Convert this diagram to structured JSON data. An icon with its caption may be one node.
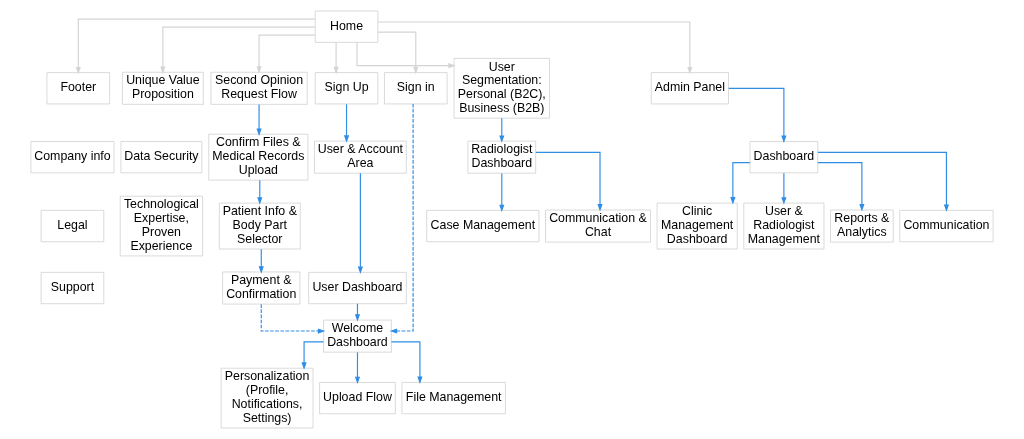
{
  "diagram": {
    "nodes": [
      {
        "text": [
          "Home"
        ]
      },
      {
        "text": [
          "Footer"
        ]
      },
      {
        "text": [
          "Unique Value Proposition"
        ]
      },
      {
        "text": [
          "Second Opinion Request Flow"
        ]
      },
      {
        "text": [
          "Sign Up"
        ]
      },
      {
        "text": [
          "Sign in"
        ]
      },
      {
        "text": [
          "User Segmentation: Personal (B2C), Business (B2B)"
        ]
      },
      {
        "text": [
          "Admin Panel"
        ]
      },
      {
        "text": [
          "Company info"
        ]
      },
      {
        "text": [
          "Data Security"
        ]
      },
      {
        "text": [
          "Confirm Files & Medical Records Upload"
        ]
      },
      {
        "text": [
          "User & Account Area"
        ]
      },
      {
        "text": [
          "Radiologist Dashboard"
        ]
      },
      {
        "text": [
          "Dashboard"
        ]
      },
      {
        "text": [
          "Legal"
        ]
      },
      {
        "text": [
          "Technological Expertise, Proven Experience"
        ]
      },
      {
        "text": [
          "Patient Info & Body Part Selector"
        ]
      },
      {
        "text": [
          "User Dashboard"
        ]
      },
      {
        "text": [
          "Case Management"
        ]
      },
      {
        "text": [
          "Communication & Chat"
        ]
      },
      {
        "text": [
          "Clinic Management Dashboard"
        ]
      },
      {
        "text": [
          "User & Radiologist Management"
        ]
      },
      {
        "text": [
          "Support"
        ]
      },
      {
        "text": [
          "Payment & Confirmation"
        ]
      },
      {
        "text": [
          "Welcome Dashboard"
        ]
      },
      {
        "text": [
          "Reports & Analytics"
        ]
      },
      {
        "text": [
          "Communication"
        ]
      },
      {
        "text": [
          "Personalization (Profile, Notifications, Settings)"
        ]
      },
      {
        "text": [
          "Upload Flow"
        ]
      },
      {
        "text": [
          "File Management"
        ]
      }
    ],
    "edges": [
      {
        "from": 0,
        "to": 1,
        "arrow": "to",
        "color": "#d4d4d4"
      },
      {
        "from": 0,
        "to": 2,
        "arrow": "to",
        "color": "#d4d4d4"
      },
      {
        "from": 0,
        "to": 3,
        "arrow": "to",
        "color": "#d4d4d4"
      },
      {
        "from": 0,
        "to": 4,
        "arrow": "to",
        "color": "#d4d4d4"
      },
      {
        "from": 0,
        "to": 5,
        "arrow": "to",
        "color": "#d4d4d4"
      },
      {
        "from": 0,
        "to": 6,
        "arrow": "to",
        "color": "#d4d4d4"
      },
      {
        "from": 0,
        "to": 7,
        "arrow": "to",
        "color": "#d4d4d4"
      },
      {
        "from": 3,
        "to": 10,
        "arrow": "to"
      },
      {
        "from": 10,
        "to": 16,
        "arrow": "to"
      },
      {
        "from": 16,
        "to": 23,
        "arrow": "to"
      },
      {
        "from": 23,
        "to": 24,
        "arrow": "to",
        "style": "dashed"
      },
      {
        "from": 4,
        "to": 11,
        "arrow": "to"
      },
      {
        "from": 11,
        "to": 17,
        "arrow": "to"
      },
      {
        "from": 17,
        "to": 24,
        "arrow": "to"
      },
      {
        "from": 5,
        "to": 24,
        "arrow": "to",
        "style": "dashed"
      },
      {
        "from": 24,
        "to": 27,
        "arrow": "to"
      },
      {
        "from": 24,
        "to": 28,
        "arrow": "to"
      },
      {
        "from": 24,
        "to": 29,
        "arrow": "to"
      },
      {
        "from": 6,
        "to": 12,
        "arrow": "to"
      },
      {
        "from": 12,
        "to": 18,
        "arrow": "to"
      },
      {
        "from": 12,
        "to": 19,
        "arrow": "to"
      },
      {
        "from": 7,
        "to": 13,
        "arrow": "to"
      },
      {
        "from": 13,
        "to": 20,
        "arrow": "to"
      },
      {
        "from": 13,
        "to": 21,
        "arrow": "to"
      },
      {
        "from": 13,
        "to": 25,
        "arrow": "to"
      },
      {
        "from": 13,
        "to": 26,
        "arrow": "to"
      }
    ]
  }
}
